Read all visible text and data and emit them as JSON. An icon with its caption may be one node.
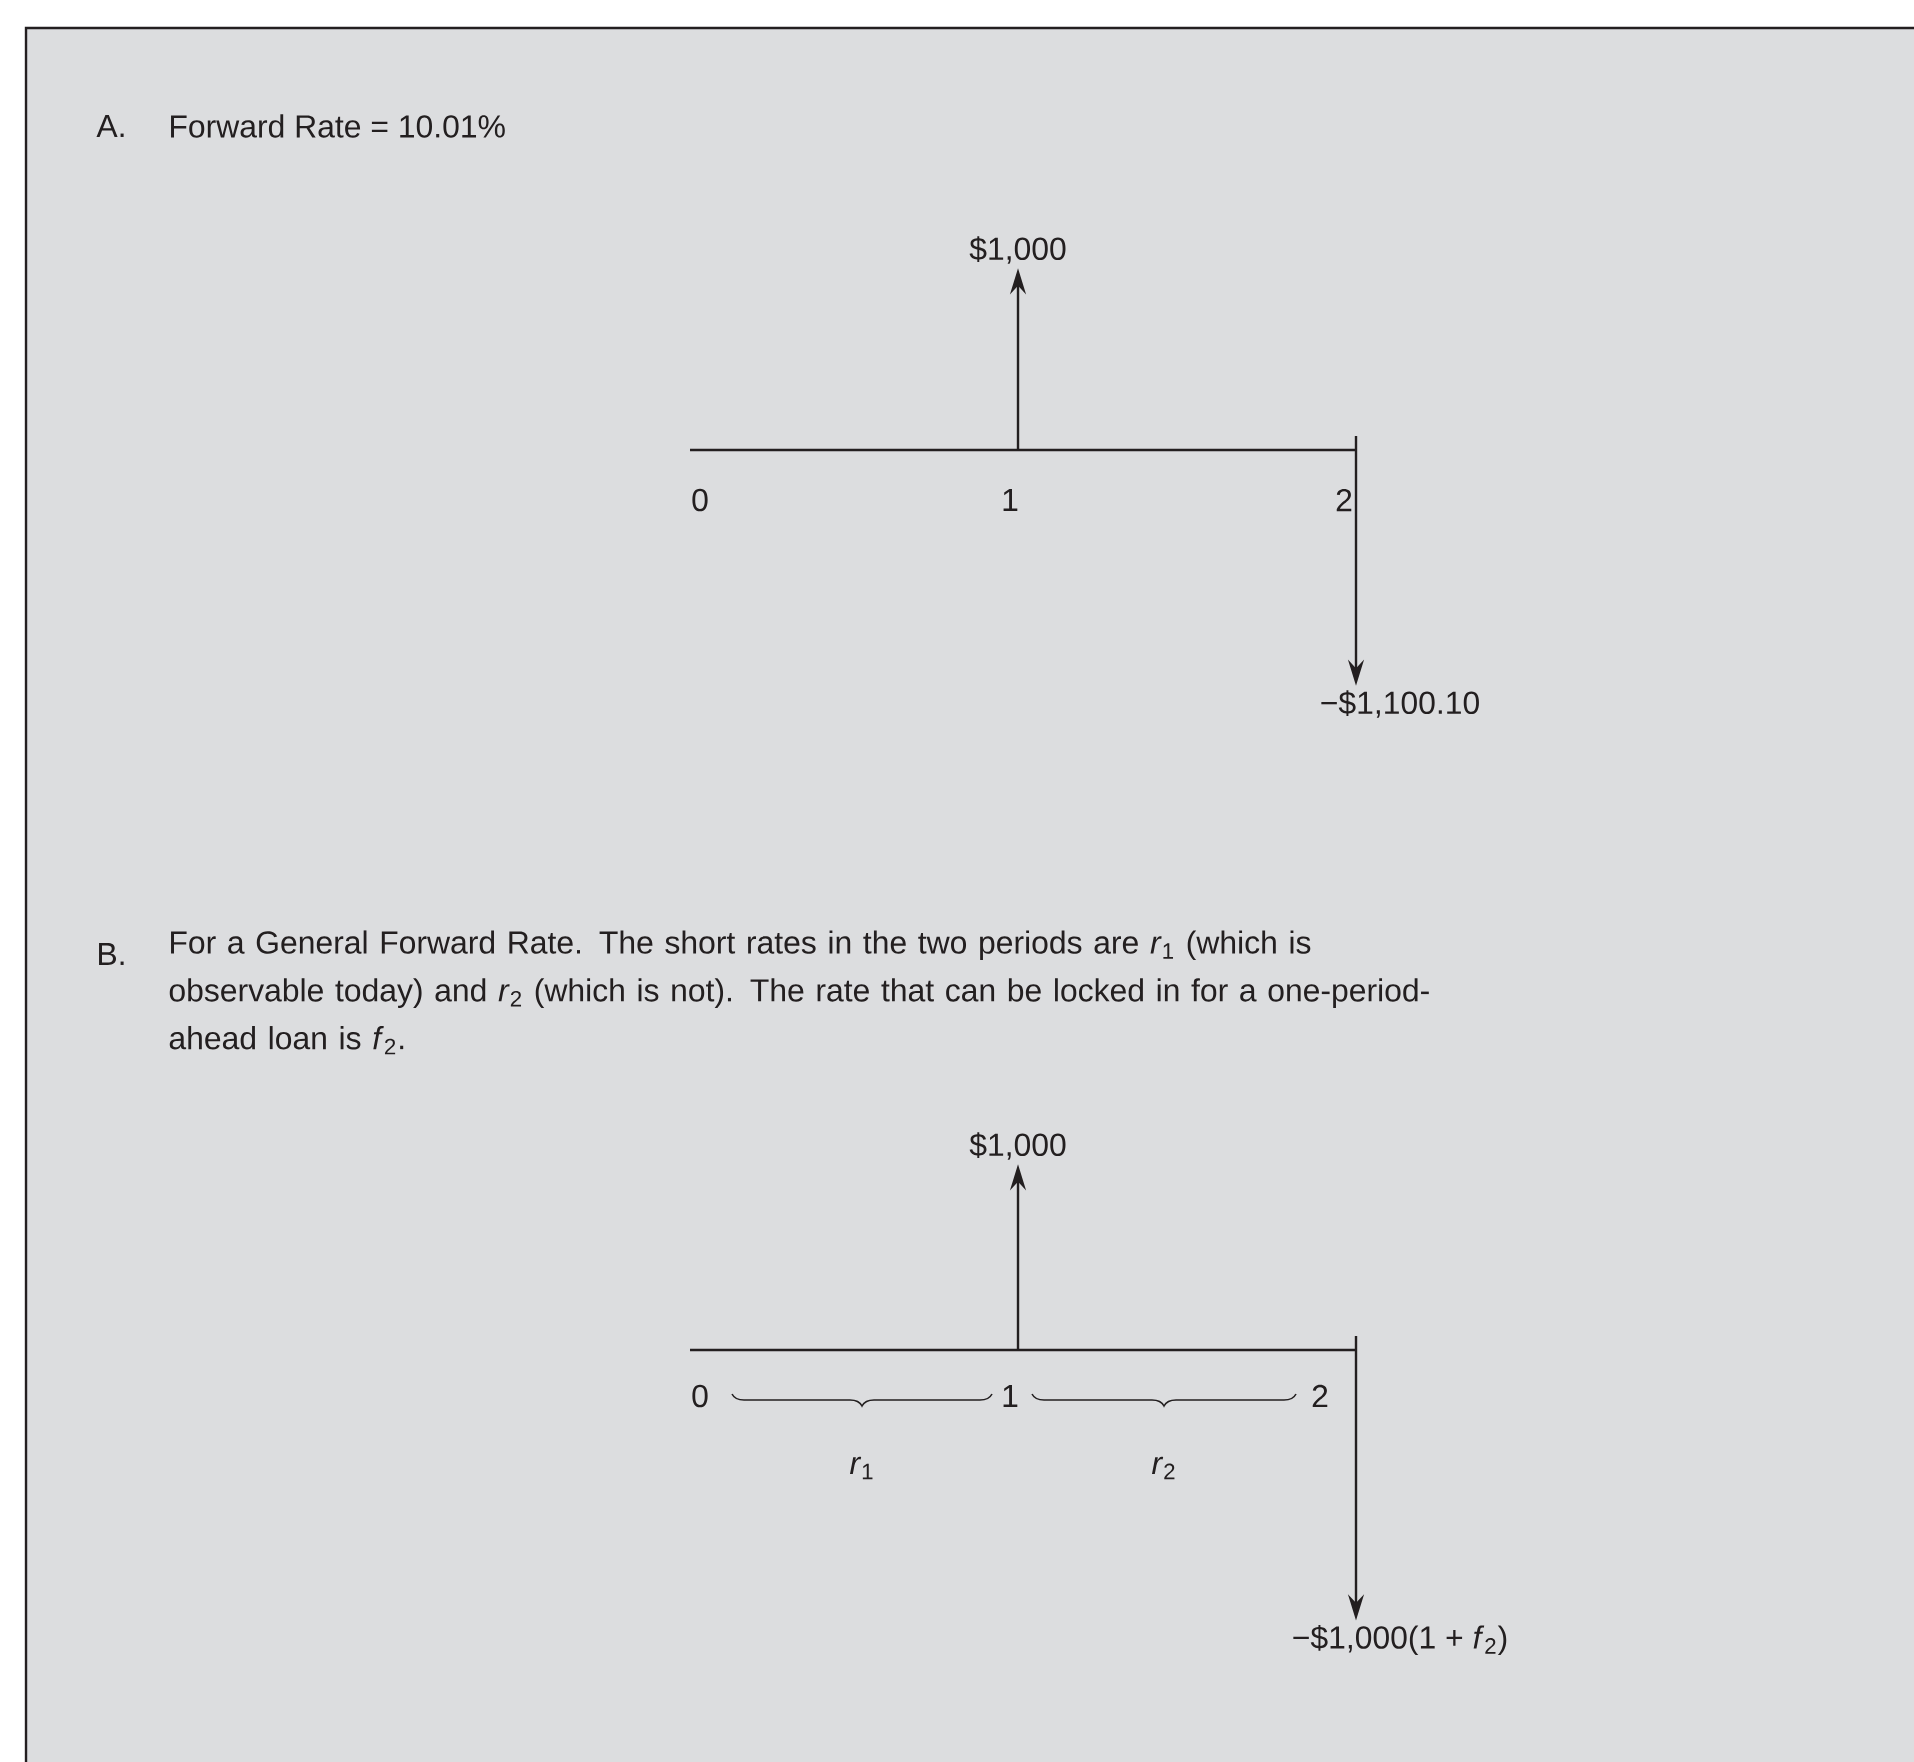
{
  "diagram": {
    "nodes": [
      {
        "text": [
          "$1,000"
        ]
      },
      {
        "text": [
          "−$1,100.10"
        ]
      },
      {
        "text": [
          "$1,000"
        ]
      },
      {
        "text": [
          "−$1,000(1 + *f*$_{2}$)"
        ]
      }
    ],
    "edges": [
      {
        "from": null,
        "to": 0,
        "arrow": "to"
      },
      {
        "from": null,
        "to": 1,
        "arrow": "to"
      },
      {
        "from": null,
        "to": 2,
        "arrow": "to"
      },
      {
        "from": null,
        "to": 3,
        "arrow": "to"
      }
    ],
    "labels": [
      "A.",
      "Forward Rate = 10.01%",
      "0",
      "1",
      "2",
      "B.",
      "For a General Forward Rate. The short rates in the two periods are *r*$_{1}$ (which is observable today) and *r*$_{2}$ (which is not). The rate that can be locked in for a one-period-ahead loan is *f*$_{2}$.",
      "0",
      "1",
      "2",
      "*r*$_{1}$",
      "*r*$_{2}$"
    ]
  }
}
